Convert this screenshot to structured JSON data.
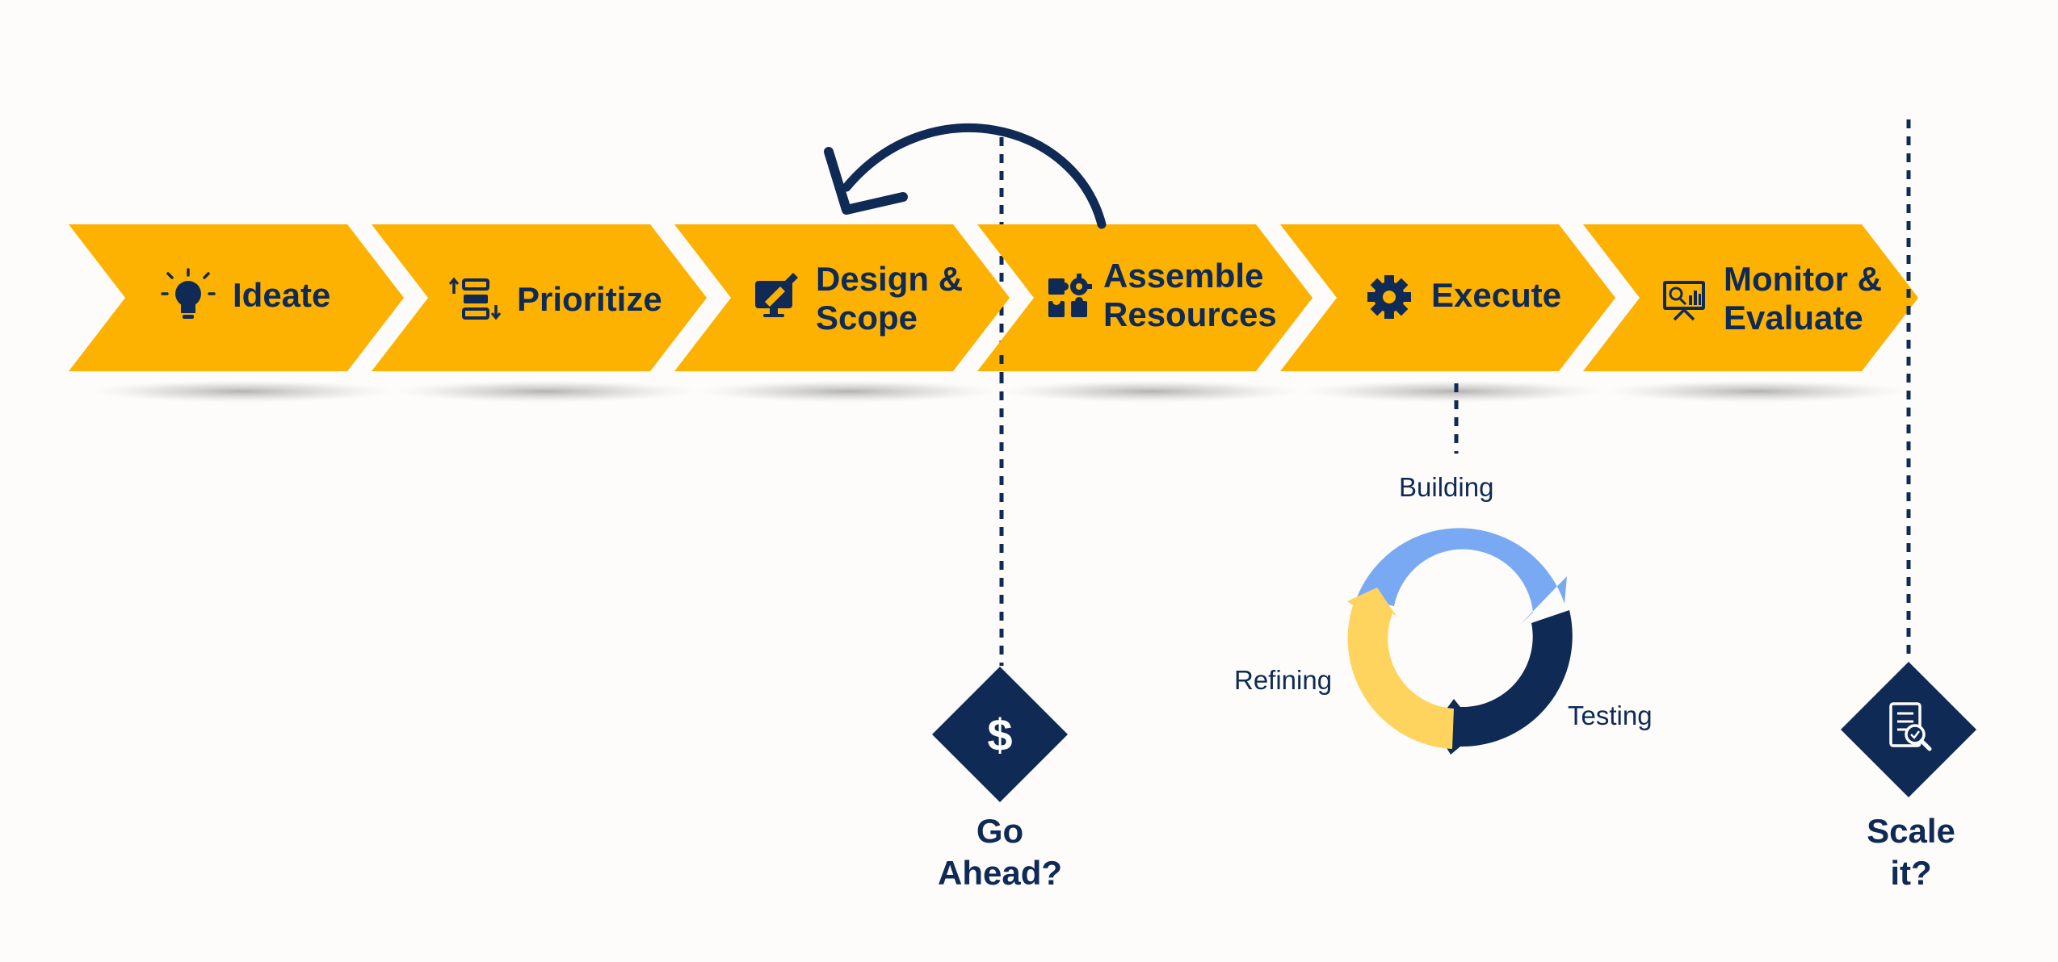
{
  "steps": [
    {
      "lines": [
        "Ideate"
      ],
      "icon": "lightbulb-icon"
    },
    {
      "lines": [
        "Prioritize"
      ],
      "icon": "sort-list-icon"
    },
    {
      "lines": [
        "Design &",
        "Scope"
      ],
      "icon": "design-monitor-icon"
    },
    {
      "lines": [
        "Assemble",
        "Resources"
      ],
      "icon": "puzzle-gear-icon"
    },
    {
      "lines": [
        "Execute"
      ],
      "icon": "gear-icon"
    },
    {
      "lines": [
        "Monitor &",
        "Evaluate"
      ],
      "icon": "monitor-chart-icon"
    }
  ],
  "cycle": {
    "building": "Building",
    "testing": "Testing",
    "refining": "Refining"
  },
  "gates": {
    "go_ahead": {
      "lines": [
        "Go",
        "Ahead?"
      ],
      "icon": "dollar-icon",
      "symbol": "$"
    },
    "scale_it": {
      "lines": [
        "Scale",
        "it?"
      ],
      "icon": "document-search-icon"
    }
  },
  "colors": {
    "chevron": "#fdb100",
    "navy": "#0f2a55",
    "cycle_light_blue": "#7aa9f3",
    "cycle_navy": "#0f2a55",
    "cycle_yellow": "#fed35e",
    "background": "#fdfcfa"
  }
}
